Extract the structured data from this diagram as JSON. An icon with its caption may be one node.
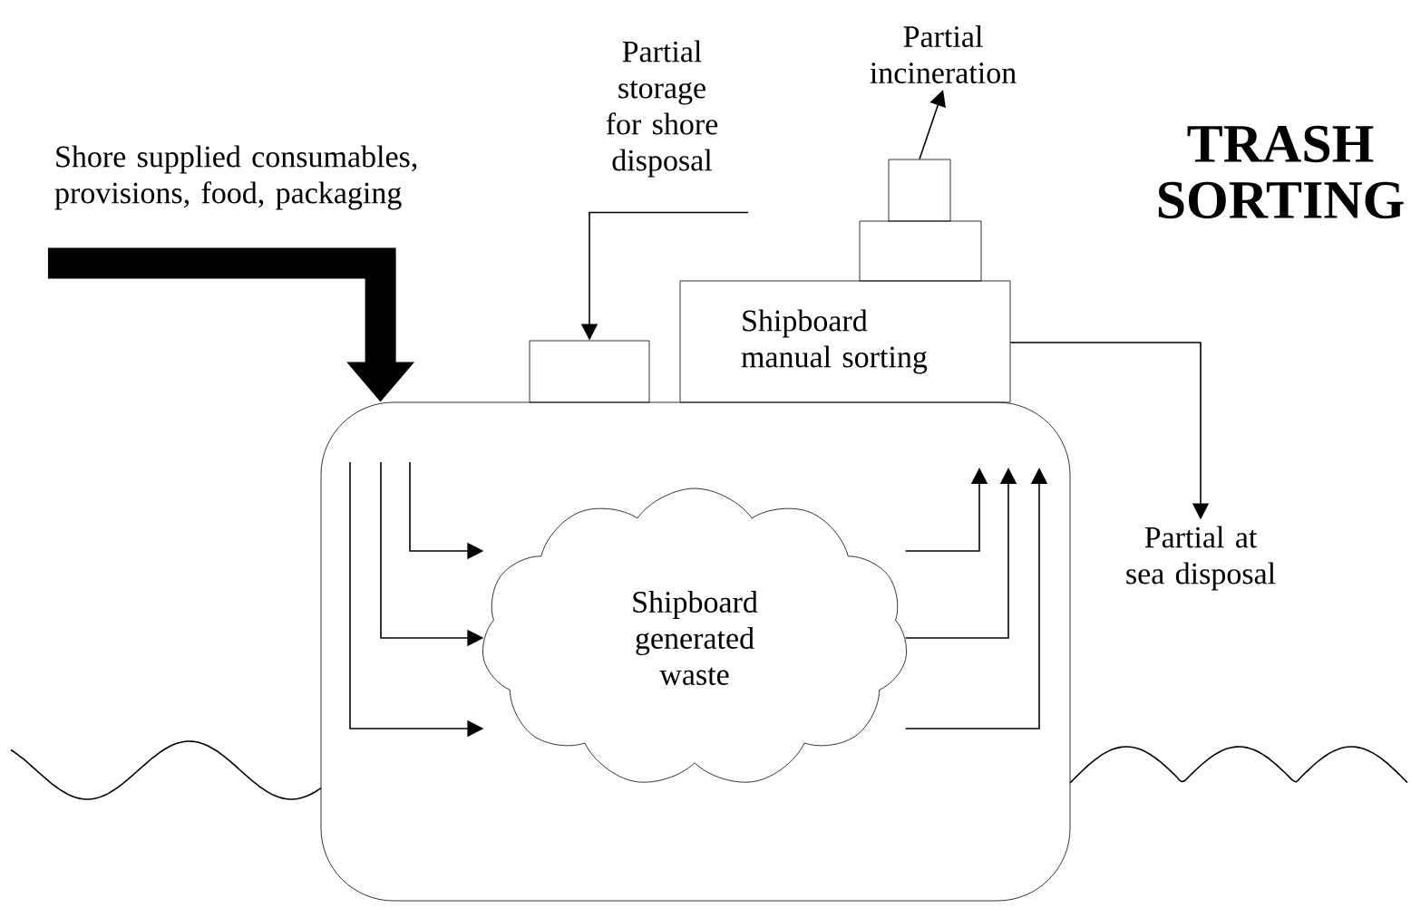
{
  "diagram": {
    "title": "TRASH SORTING",
    "nodes": [
      {
        "text": [],
        "shape": "box"
      },
      {
        "text": [
          "Shore supplied consumables, provisions, food, packaging"
        ]
      },
      {
        "text": [],
        "shape": "box"
      },
      {
        "text": [
          "Partial storage for shore disposal"
        ]
      },
      {
        "text": [
          "Shipboard manual sorting"
        ]
      },
      {
        "text": [],
        "shape": "box"
      },
      {
        "text": [],
        "shape": "box"
      },
      {
        "text": [
          "Partial incineration"
        ]
      },
      {
        "text": [
          "Partial at sea disposal"
        ]
      },
      {
        "text": [
          "Shipboard generated waste"
        ],
        "in": 0
      }
    ],
    "edges": [
      {
        "from": 1,
        "to": 0,
        "arrow": "to",
        "style": "thick"
      },
      {
        "from": 3,
        "to": 2,
        "arrow": "to"
      },
      {
        "from": 6,
        "to": 7,
        "arrow": "to"
      },
      {
        "from": 4,
        "to": 8,
        "arrow": "to"
      },
      {
        "from": null,
        "to": 9,
        "arrow": "to"
      },
      {
        "from": null,
        "to": 9,
        "arrow": "to"
      },
      {
        "from": null,
        "to": 9,
        "arrow": "to"
      },
      {
        "from": 9,
        "to": null,
        "arrow": "to"
      },
      {
        "from": 9,
        "to": null,
        "arrow": "to"
      },
      {
        "from": 9,
        "to": null,
        "arrow": "to"
      }
    ]
  }
}
